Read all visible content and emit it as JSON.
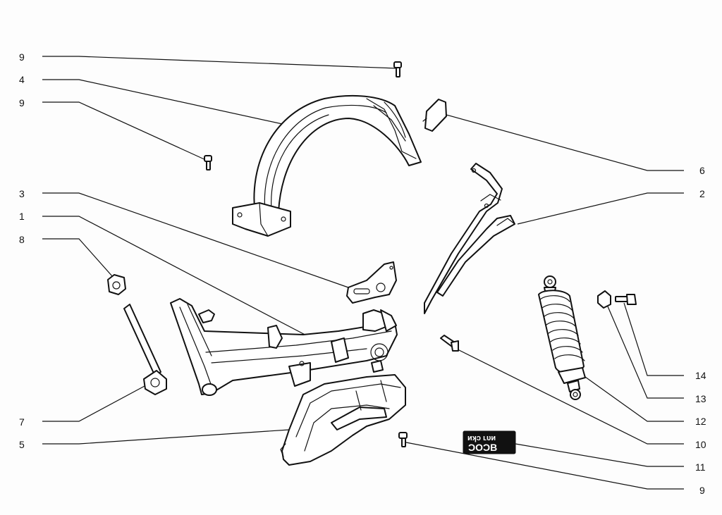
{
  "callouts": {
    "left": [
      "9",
      "4",
      "9",
      "3",
      "1",
      "8",
      "7",
      "5"
    ],
    "right": [
      "6",
      "2",
      "14",
      "13",
      "12",
      "10",
      "11",
      "9"
    ]
  },
  "decal": {
    "line1": "ᴎʞↄ ʟᴜᴎ",
    "line2": "ƆOƆB"
  }
}
